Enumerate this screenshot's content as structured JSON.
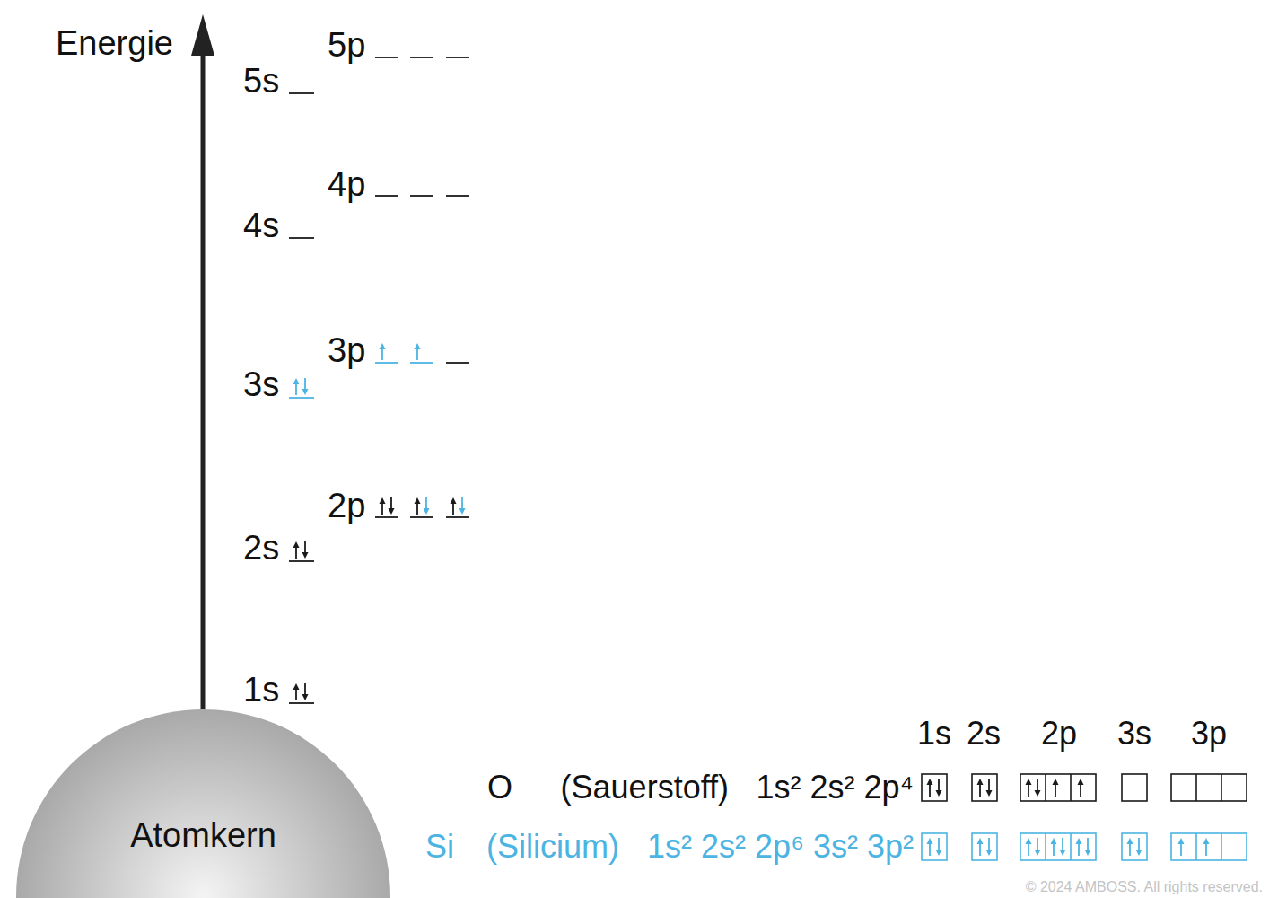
{
  "diagram": {
    "nodes": [
      {
        "text": [
          "Atomkern"
        ]
      }
    ],
    "labels": [
      "Energie",
      "5p",
      "5s",
      "4p",
      "4s",
      "3p",
      "3s",
      "2p",
      "2s",
      "1s",
      "1s",
      "2s",
      "2p",
      "3s",
      "3p",
      "O",
      "(Sauerstoff)",
      "1s² 2s² 2p⁴",
      "Si",
      "(Silicium)",
      "1s² 2s² 2p⁶ 3s² 3p²",
      "© 2024 AMBOSS. All rights reserved."
    ]
  }
}
